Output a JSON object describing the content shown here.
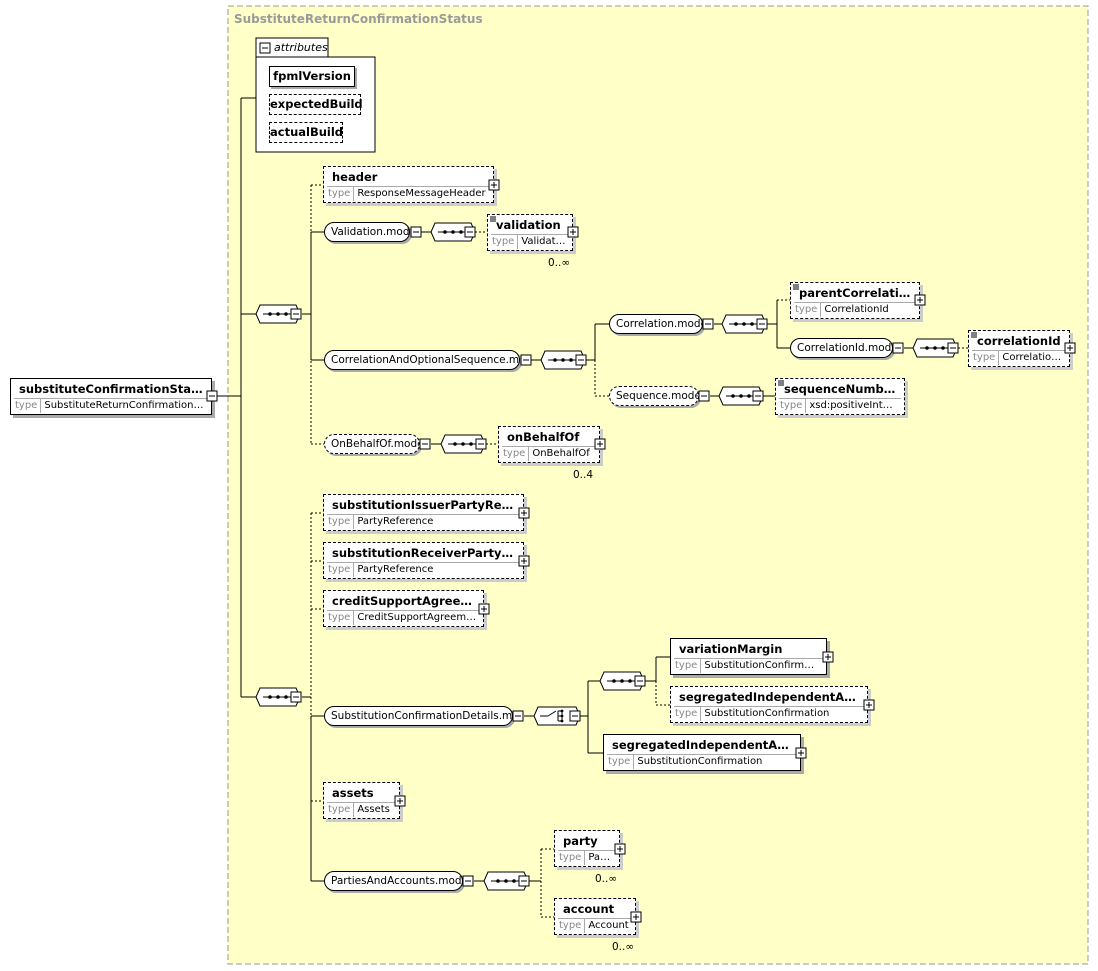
{
  "container_title": "SubstituteReturnConfirmationStatus",
  "attributes": {
    "title": "attributes",
    "items": [
      "fpmlVersion",
      "expectedBuild",
      "actualBuild"
    ]
  },
  "root": {
    "name": "substituteConfirmationStatus",
    "type_key": "type",
    "type": "SubstituteReturnConfirmationSt..."
  },
  "elements": {
    "header": {
      "name": "header",
      "type_key": "type",
      "type": "ResponseMessageHeader"
    },
    "validation": {
      "name": "validation",
      "type_key": "type",
      "type": "Validation",
      "card": "0..∞"
    },
    "parentCorrelationId": {
      "name": "parentCorrelationId",
      "type_key": "type",
      "type": "CorrelationId"
    },
    "correlationId": {
      "name": "correlationId",
      "type_key": "type",
      "type": "CorrelationId"
    },
    "sequenceNumber": {
      "name": "sequenceNumber",
      "type_key": "type",
      "type": "xsd:positiveInteger"
    },
    "onBehalfOf": {
      "name": "onBehalfOf",
      "type_key": "type",
      "type": "OnBehalfOf",
      "card": "0..4"
    },
    "issuerRef": {
      "name": "substitutionIssuerPartyRefere...",
      "type_key": "type",
      "type": "PartyReference"
    },
    "receiverRef": {
      "name": "substitutionReceiverPartyRefe...",
      "type_key": "type",
      "type": "PartyReference"
    },
    "creditSupport": {
      "name": "creditSupportAgreement",
      "type_key": "type",
      "type": "CreditSupportAgreement"
    },
    "variationMargin": {
      "name": "variationMargin",
      "type_key": "type",
      "type": "SubstitutionConfirmation"
    },
    "segIndep1": {
      "name": "segregatedIndependentAmount",
      "type_key": "type",
      "type": "SubstitutionConfirmation"
    },
    "segIndep2": {
      "name": "segregatedIndependentAmount",
      "type_key": "type",
      "type": "SubstitutionConfirmation"
    },
    "assets": {
      "name": "assets",
      "type_key": "type",
      "type": "Assets"
    },
    "party": {
      "name": "party",
      "type_key": "type",
      "type": "Party",
      "card": "0..∞"
    },
    "account": {
      "name": "account",
      "type_key": "type",
      "type": "Account",
      "card": "0..∞"
    }
  },
  "groups": {
    "validationModel": "Validation.model",
    "corrSeqModel": "CorrelationAndOptionalSequence.mo...",
    "correlationModel": "Correlation.model",
    "correlationIdModel": "CorrelationId.model",
    "sequenceModel": "Sequence.model",
    "onBehalfOfModel": "OnBehalfOf.model",
    "subConfDetailsModel": "SubstitutionConfirmationDetails.model",
    "partiesAccountsModel": "PartiesAndAccounts.model"
  }
}
